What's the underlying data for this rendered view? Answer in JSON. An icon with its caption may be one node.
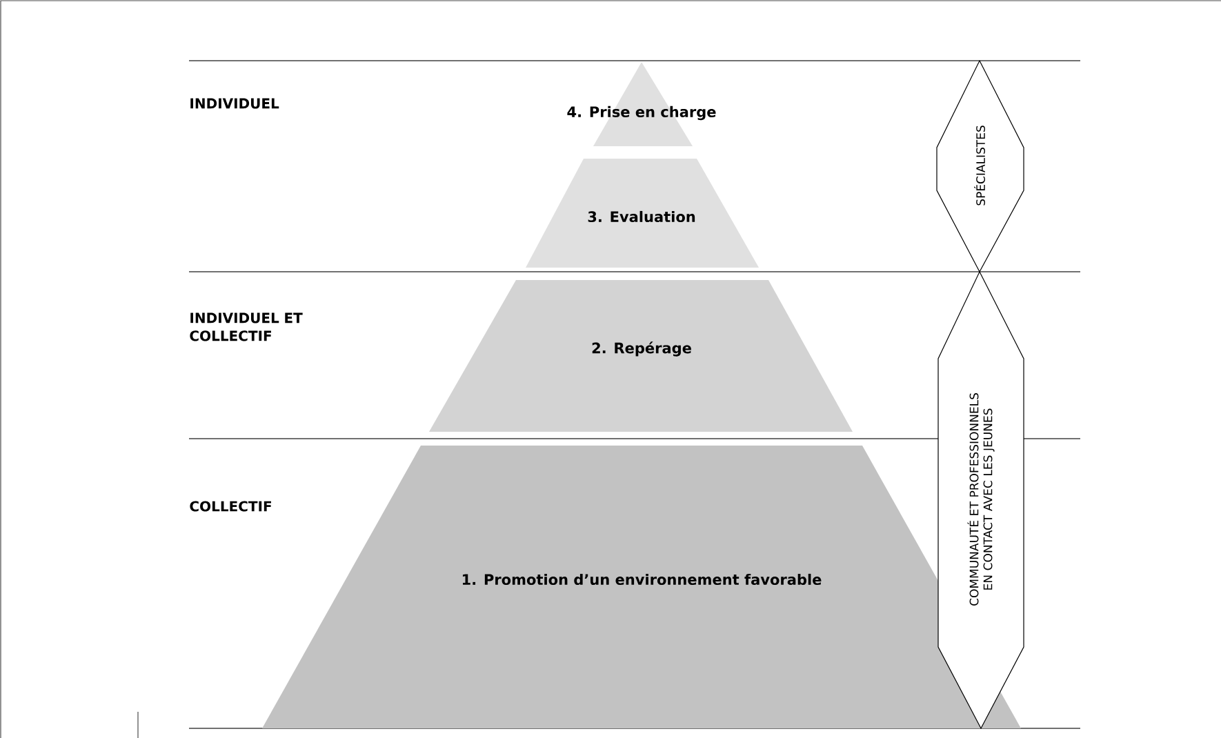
{
  "diagram": {
    "nodes": [
      {
        "text": [
          "4. Prise en charge"
        ]
      },
      {
        "text": [
          "3. Evaluation"
        ]
      },
      {
        "text": [
          "2. Repérage"
        ]
      },
      {
        "text": [
          "1. Promotion d’un environnement favorable"
        ]
      },
      {
        "text": [
          "SPÉCIALISTES"
        ]
      },
      {
        "text": [
          "COMMUNAUTÉ ET PROFESSIONNELS EN CONTACT AVEC LES JEUNES"
        ]
      }
    ],
    "labels": [
      "INDIVIDUEL",
      "INDIVIDUEL ET COLLECTIF",
      "COLLECTIF"
    ]
  }
}
